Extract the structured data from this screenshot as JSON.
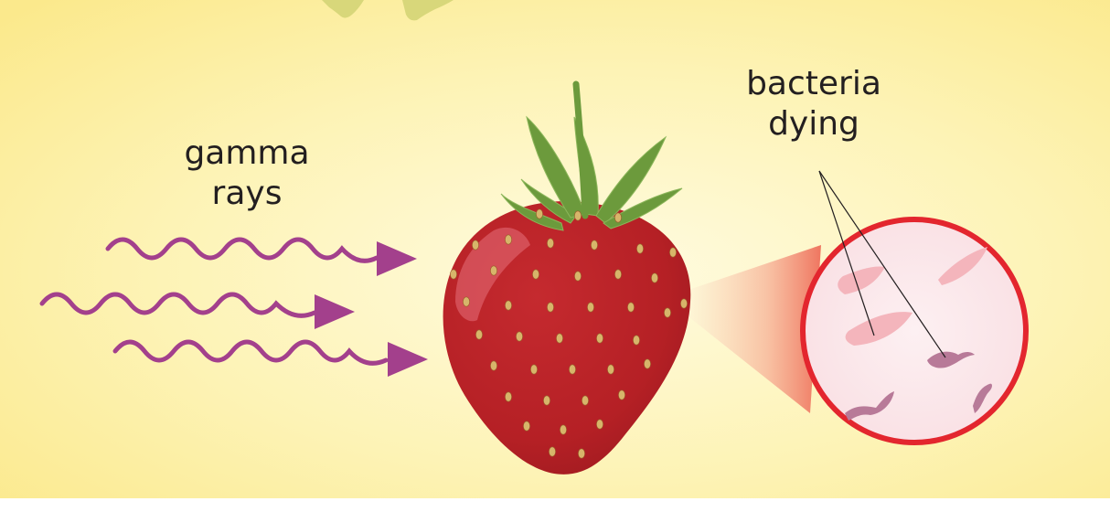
{
  "labels": {
    "gamma_line1": "gamma",
    "gamma_line2": "rays",
    "bacteria_line1": "bacteria",
    "bacteria_line2": "dying"
  },
  "colors": {
    "background_edge": "#fbe98c",
    "background_center": "#fffbe0",
    "wave": "#a3408c",
    "strawberry": "#b82026",
    "seed": "#d7b56a",
    "leaf": "#6c9a3c",
    "lens_border": "#e3262e",
    "lens_fill": "#fbe7ea",
    "bacteria_alive": "#f4b5bc",
    "bacteria_dying": "#b87a98"
  },
  "icons": {
    "top_decoration": "drip-icon",
    "wave": "wavy-arrow-icon",
    "fruit": "strawberry-icon",
    "magnifier": "magnifier-circle-icon"
  }
}
